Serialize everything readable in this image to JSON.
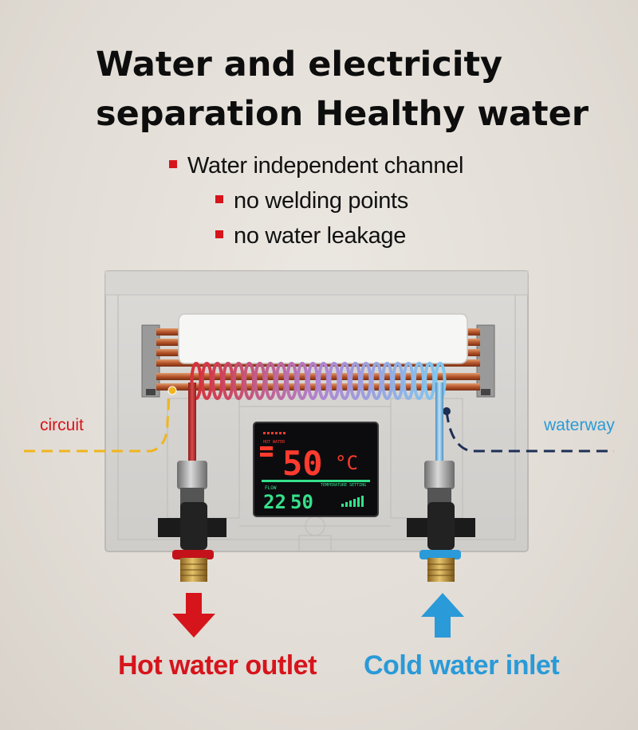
{
  "title_line1": "Water and electricity",
  "title_line2": "separation Healthy water",
  "bullets": [
    "Water independent channel",
    "no welding points",
    "no water leakage"
  ],
  "labels": {
    "circuit": "circuit",
    "waterway": "waterway",
    "hot_outlet": "Hot water outlet",
    "cold_inlet": "Cold water inlet"
  },
  "display": {
    "temperature": "50",
    "unit": "°C",
    "flow_label": "FLOW",
    "setting_label": "TEMPERATURE SETTING",
    "reading_left": "22",
    "reading_right": "50"
  },
  "colors": {
    "accent_red": "#d6141c",
    "cold_blue": "#2a9ad8",
    "circuit_yellow": "#f0b51e",
    "waterway_navy": "#1c2f55",
    "copper": "#c2663a",
    "lcd_red": "#ff3b2e",
    "lcd_green": "#35e08a"
  }
}
